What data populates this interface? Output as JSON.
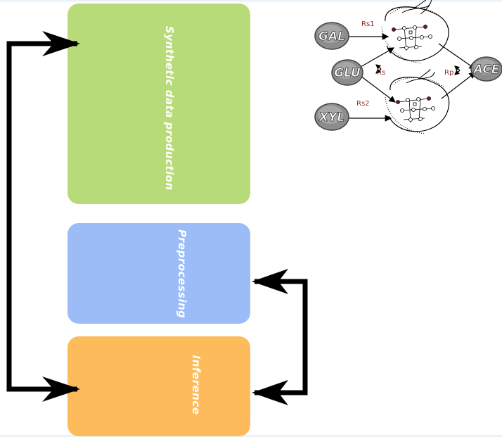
{
  "boxes": {
    "synthetic": {
      "label": "Synthetic data production",
      "color": "#b8db79"
    },
    "preprocessing": {
      "label": "Preprocessing",
      "color": "#9bbcf7"
    },
    "inference": {
      "label": "Inference",
      "color": "#fdbb5c"
    }
  },
  "network": {
    "substrates": [
      "GAL",
      "GLU",
      "XYL"
    ],
    "product": "ACE",
    "rates": {
      "rs1": "Rs1",
      "rs": "Rs",
      "rs2": "Rs2",
      "rp": "Rp"
    }
  }
}
